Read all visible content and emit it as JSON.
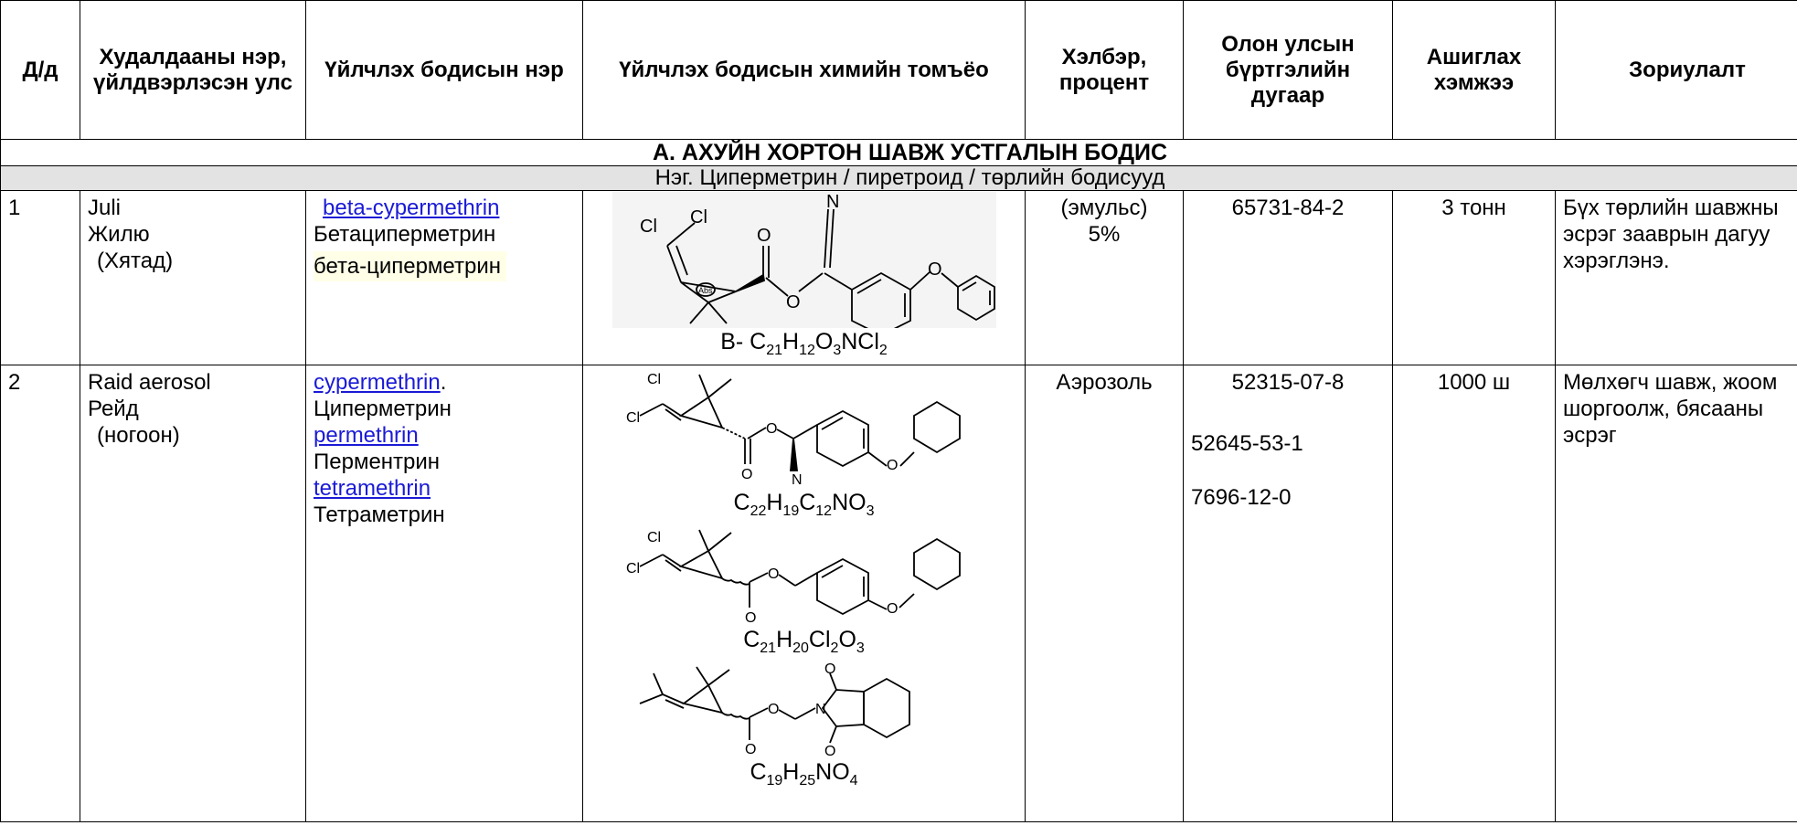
{
  "header": {
    "col_no": "Д/д",
    "col_trade": "Худалдааны нэр, үйлдвэрлэсэн улс",
    "col_substance": "Үйлчлэх бодисын нэр",
    "col_formula": "Үйлчлэх бодисын химийн томъёо",
    "col_form": "Хэлбэр, процент",
    "col_cas": "Олон улсын бүртгэлийн дугаар",
    "col_amount": "Ашиглах хэмжээ",
    "col_purpose": "Зориулалт"
  },
  "section_a": "А. АХУЙН ХОРТОН ШАВЖ УСТГАЛЫН БОДИС",
  "section_b": "Нэг. Циперметрин / пиретроид / төрлийн бодисууд",
  "rows": [
    {
      "no": "1",
      "trade": [
        "Juli",
        "Жилю",
        "(Хятад)"
      ],
      "substance_link": "beta-cypermethrin",
      "substance_mn": "Бетациперметрин",
      "substance_mn2": "бета-циперметрин",
      "formula": {
        "prefix": "B- C",
        "parts": [
          "21",
          "H",
          "12",
          "O",
          "3",
          "NCl",
          "2"
        ]
      },
      "atom_labels": {
        "cl": "Cl",
        "n": "N",
        "o": "O",
        "abs": "Abs"
      },
      "form": [
        "(эмульс)",
        "5%"
      ],
      "cas": [
        "65731-84-2"
      ],
      "amount": "3 тонн",
      "purpose": "Бүх төрлийн шавжны эсрэг заав­рын дагуу хэрэглэнэ."
    },
    {
      "no": "2",
      "trade": [
        "Raid aerosol",
        "Рейд",
        "(ногоон)"
      ],
      "substances": [
        {
          "link": "cypermethrin",
          "suffix": ".",
          "mn": "Циперметрин"
        },
        {
          "link": "permethrin",
          "suffix": "",
          "mn": "Перментрин"
        },
        {
          "link": "tetramethrin",
          "suffix": "",
          "mn": "Тетраметрин"
        }
      ],
      "formulas": [
        {
          "c": "22",
          "h": "19",
          "rest": "C",
          "rest_sub": "12",
          "tail": "NO",
          "tail_sub": "3"
        },
        {
          "c": "21",
          "h": "20",
          "rest": "Cl",
          "rest_sub": "2",
          "tail": "O",
          "tail_sub": "3"
        },
        {
          "c": "19",
          "h": "25",
          "rest": "NO",
          "rest_sub": "4",
          "tail": "",
          "tail_sub": ""
        }
      ],
      "atom_labels": {
        "cl": "Cl",
        "n": "N",
        "o": "O"
      },
      "form": "Аэрозоль",
      "cas": [
        "52315-07-8",
        "52645-53-1",
        "7696-12-0"
      ],
      "amount": "1000 ш",
      "purpose": "Мөлхөгч шавж, жоом шоргоолж, бясааны эсрэг"
    }
  ]
}
